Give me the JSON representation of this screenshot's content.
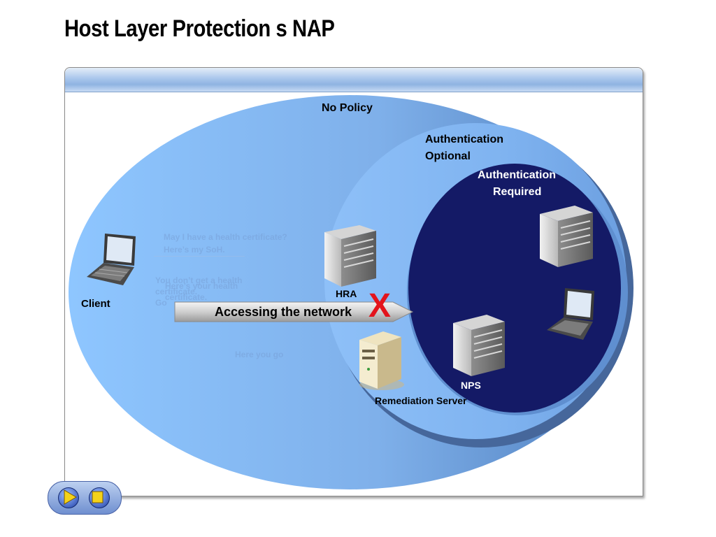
{
  "slide": {
    "title": "Host Layer Protection s NAP"
  },
  "zones": {
    "no_policy": "No Policy",
    "auth_optional_line1": "Authentication",
    "auth_optional_line2": "Optional",
    "auth_required_line1": "Authentication",
    "auth_required_line2": "Required"
  },
  "nodes": {
    "client": "Client",
    "hra": "HRA",
    "nps": "NPS",
    "remediation": "Remediation Server"
  },
  "flow": {
    "arrow_label": "Accessing the network",
    "blocked_mark": "X"
  },
  "faded_messages": {
    "line1": "May I have a health certificate?",
    "line2": "Here’s my SoH.",
    "line3": "You don’t get a health",
    "line4": "certificate.",
    "line5": "Here’s your health",
    "line6": "certificate.",
    "line7": "Go",
    "line8": "Here you go"
  },
  "colors": {
    "outer_zone": "#8fc3ff",
    "middle_zone": "#7aa8e8",
    "inner_zone": "#141a66",
    "blocked": "#e3141c"
  },
  "controls": {
    "play_icon": "play-icon",
    "stop_icon": "stop-icon"
  }
}
